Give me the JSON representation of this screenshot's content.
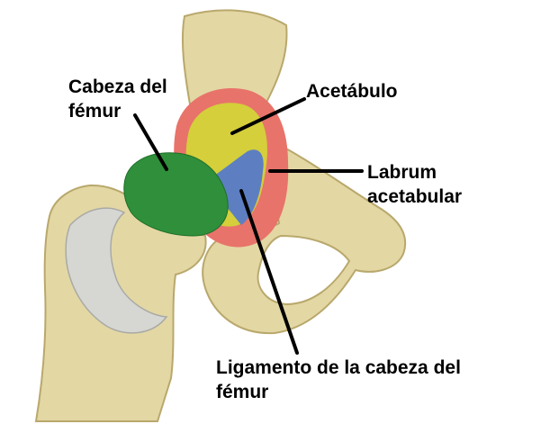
{
  "labels": {
    "femoral_head": [
      "Cabeza del",
      "fémur"
    ],
    "acetabulum": [
      "Acetábulo"
    ],
    "labrum": [
      "Labrum",
      "acetabular"
    ],
    "ligament": [
      "Ligamento de la cabeza del",
      "fémur"
    ]
  },
  "colors": {
    "bone": "#e3d7a4",
    "bone_shadow": "#b9a86c",
    "cartilage": "#d6d7d2",
    "labrum": "#e8736a",
    "acetabulum": "#d4cf3a",
    "femoral_head": "#2f8f3a",
    "ligament": "#5d7fc1",
    "leader_line": "#000000"
  },
  "icons": [
    "hip-joint-illustration"
  ]
}
